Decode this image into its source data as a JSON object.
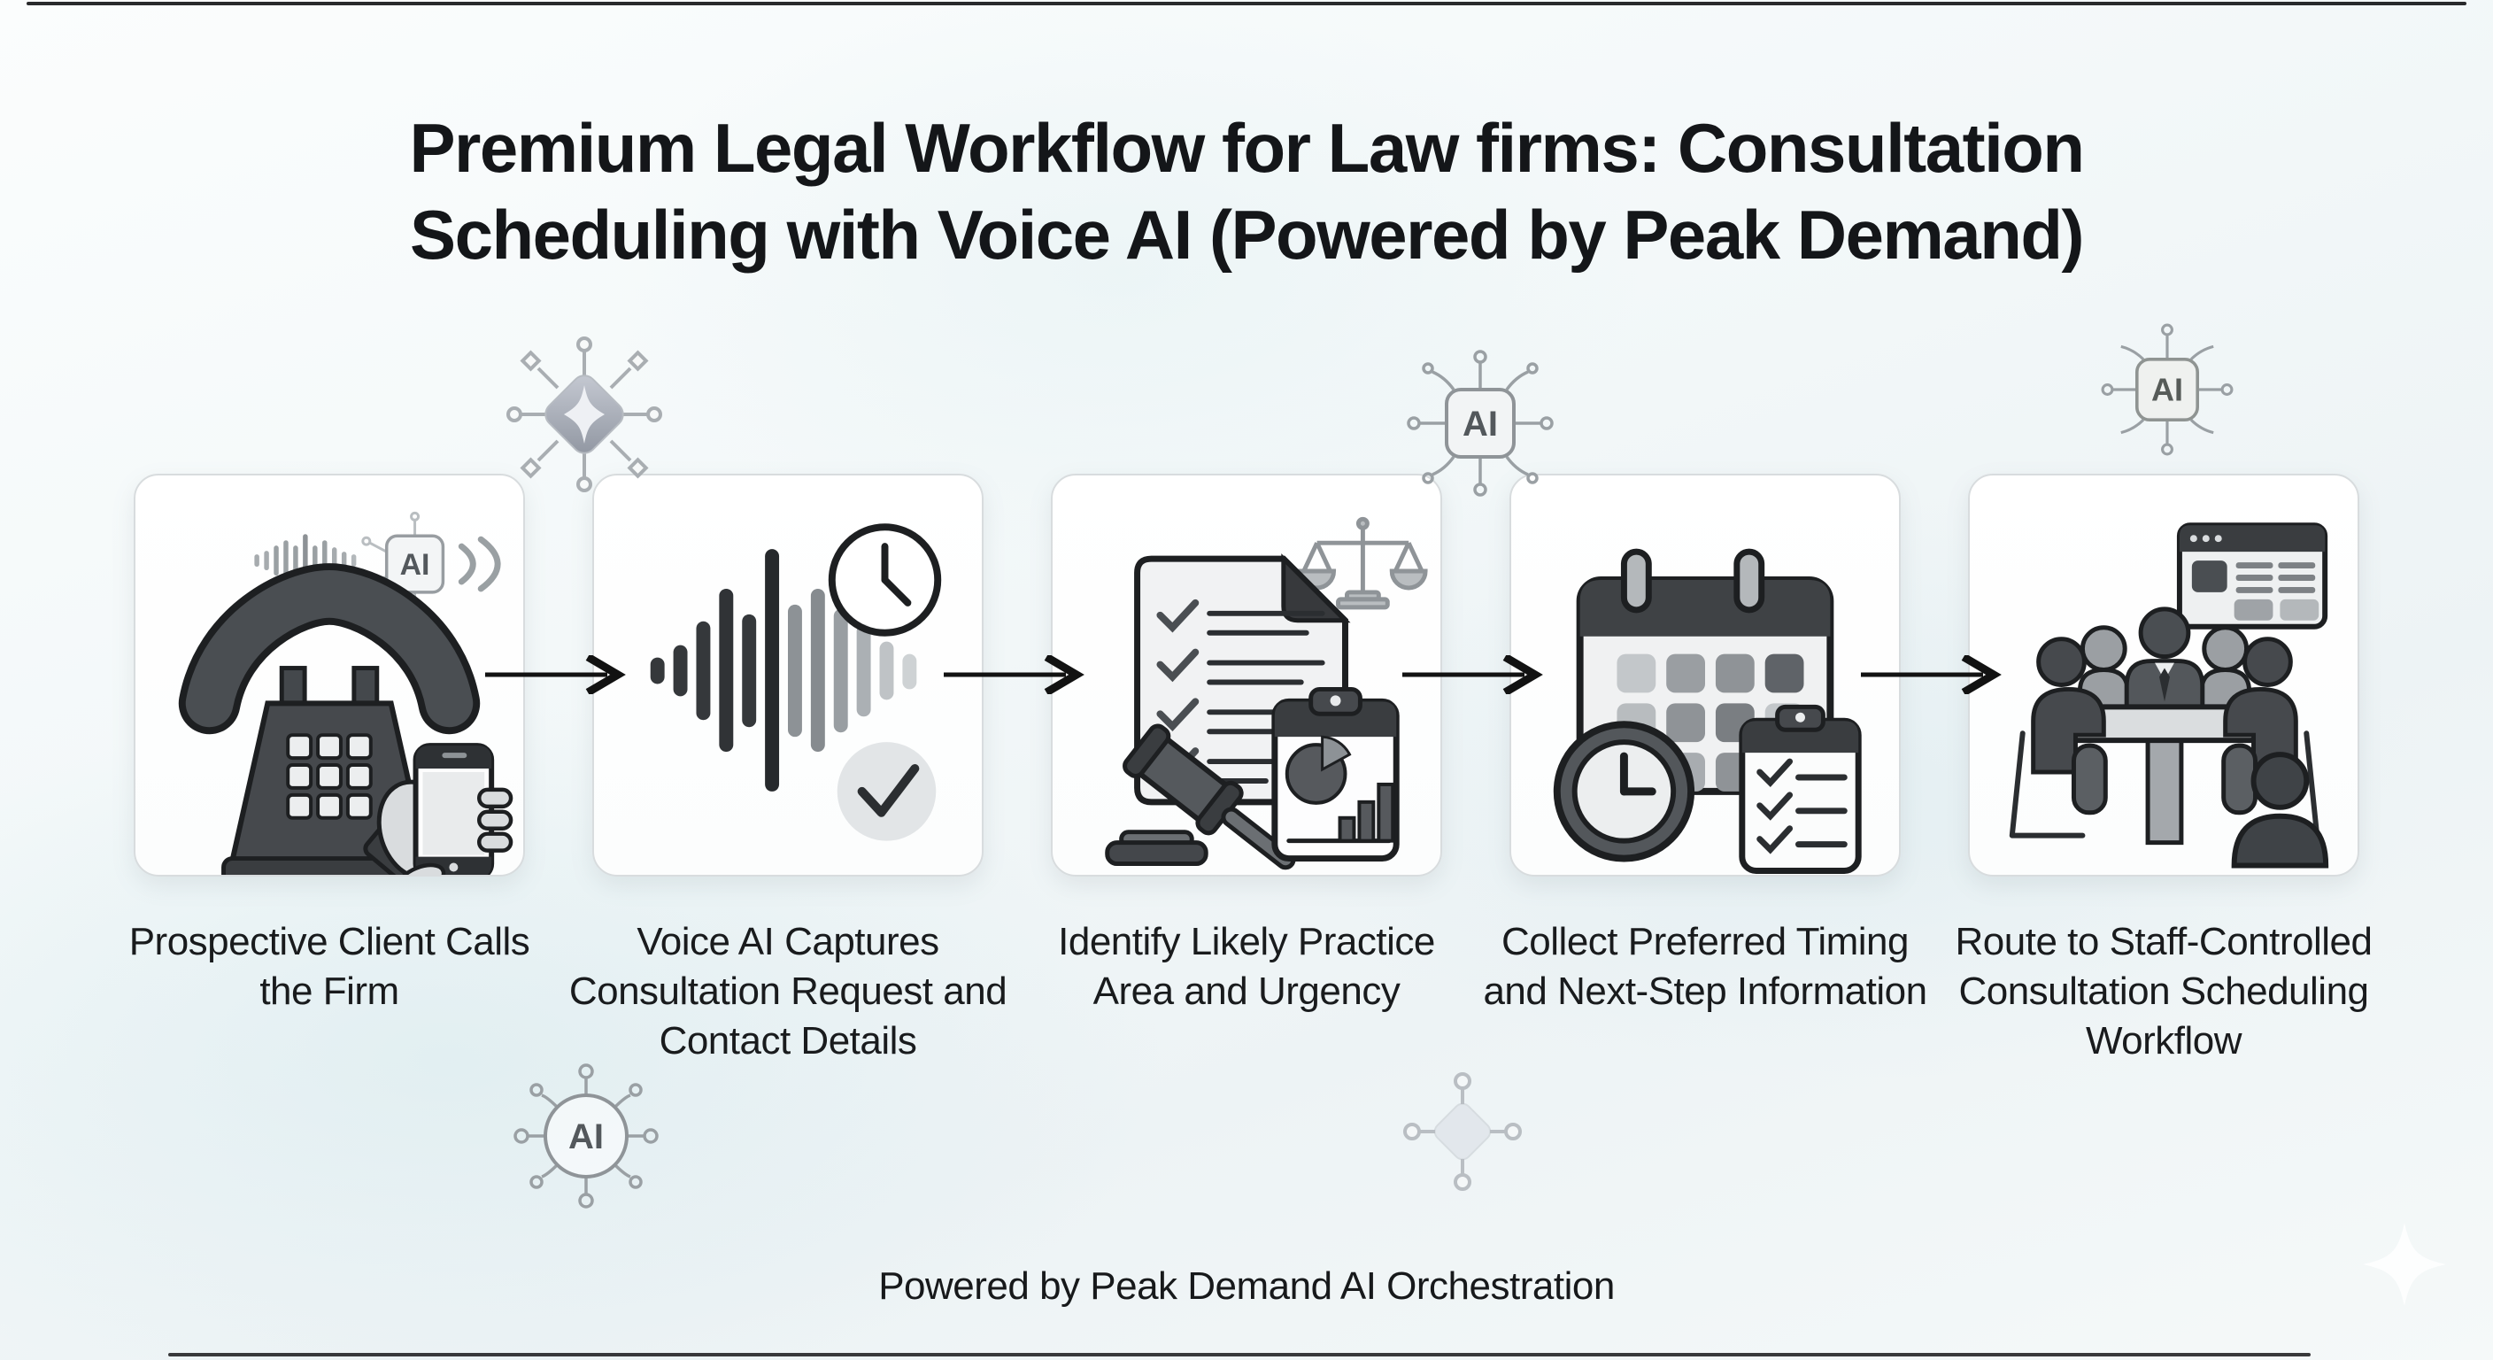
{
  "title": {
    "lines": [
      "Premium Legal Workflow for Law firms: Consultation",
      "Scheduling with Voice AI (Powered by Peak Demand)"
    ]
  },
  "workflow": {
    "steps": [
      {
        "label": "Prospective Client Calls the Firm",
        "icon": "telephone-and-smartphone"
      },
      {
        "label": "Voice AI Captures Consultation Request and Contact Details",
        "icon": "voice-waveform-clock-check"
      },
      {
        "label": "Identify Likely Practice Area and Urgency",
        "icon": "legal-document-gavel-scales-chart"
      },
      {
        "label": "Collect Preferred Timing and Next-Step Information",
        "icon": "calendar-clock-checklist"
      },
      {
        "label": "Route to Staff-Controlled Consultation Scheduling Workflow",
        "icon": "staff-meeting-browser"
      }
    ]
  },
  "decorations": {
    "ai_label": "AI"
  },
  "footer": {
    "text": "Powered by Peak Demand AI Orchestration"
  },
  "colors": {
    "background_tint": "#eef4f5",
    "card_background": "#ffffff",
    "card_border": "#d8dcde",
    "icon_dark": "#3f4347",
    "icon_mid": "#8d9296",
    "icon_light": "#d6d9db",
    "text": "#16181a",
    "arrow": "#111111"
  }
}
